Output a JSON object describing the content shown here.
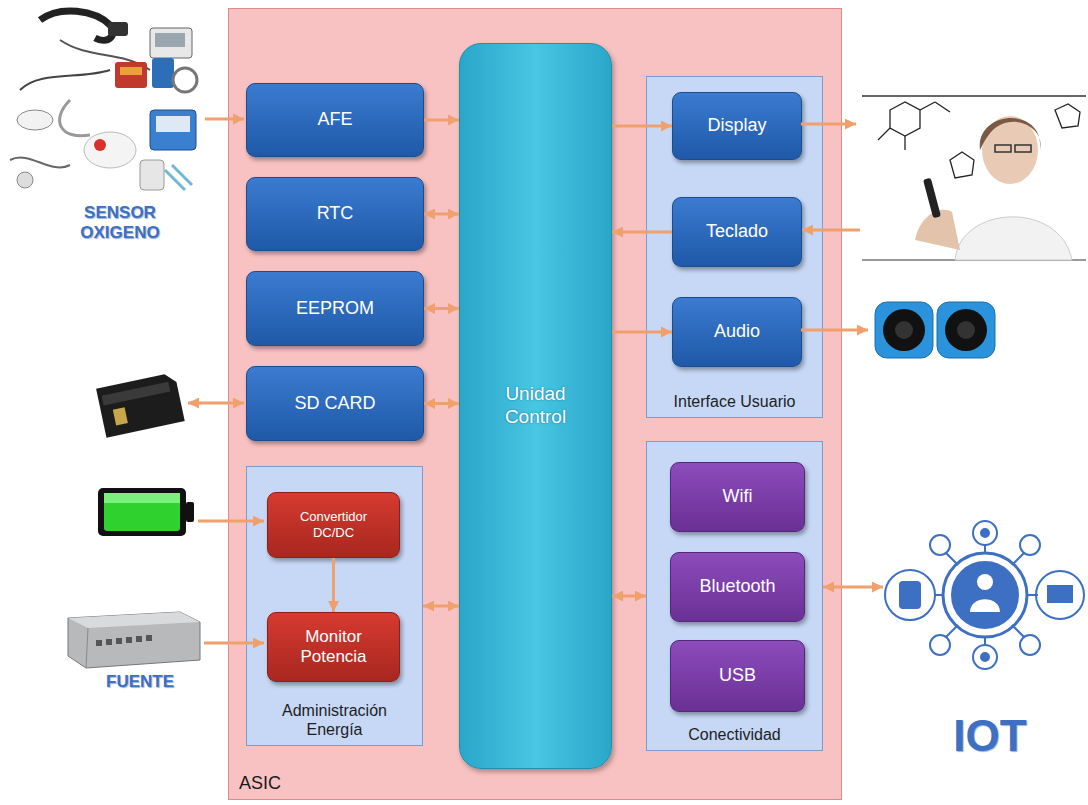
{
  "diagram": {
    "nodes": [
      {
        "text": [
          "ASIC"
        ]
      },
      {
        "text": [
          "AFE"
        ],
        "in": 0
      },
      {
        "text": [
          "RTC"
        ],
        "in": 0
      },
      {
        "text": [
          "EEPROM"
        ],
        "in": 0
      },
      {
        "text": [
          "SD CARD"
        ],
        "in": 0
      },
      {
        "text": [
          "Administración Energía"
        ],
        "in": 0
      },
      {
        "text": [
          "Convertidor DC/DC"
        ],
        "in": 5
      },
      {
        "text": [
          "Monitor Potencia"
        ],
        "in": 5
      },
      {
        "text": [
          "Unidad Control"
        ],
        "in": 0
      },
      {
        "text": [
          "Interface Usuario"
        ],
        "in": 0
      },
      {
        "text": [
          "Display"
        ],
        "in": 9
      },
      {
        "text": [
          "Teclado"
        ],
        "in": 9
      },
      {
        "text": [
          "Audio"
        ],
        "in": 9
      },
      {
        "text": [
          "Conectividad"
        ],
        "in": 0
      },
      {
        "text": [
          "Wifi"
        ],
        "in": 13
      },
      {
        "text": [
          "Bluetooth"
        ],
        "in": 13
      },
      {
        "text": [
          "USB"
        ],
        "in": 13
      }
    ],
    "edges": [
      {
        "from": 1,
        "to": 8,
        "arrow": "to"
      },
      {
        "from": 2,
        "to": 8,
        "arrow": "both"
      },
      {
        "from": 3,
        "to": 8,
        "arrow": "both"
      },
      {
        "from": 4,
        "to": 8,
        "arrow": "both"
      },
      {
        "from": 6,
        "to": 7,
        "arrow": "to"
      },
      {
        "from": 5,
        "to": 8,
        "arrow": "both"
      },
      {
        "from": 8,
        "to": 10,
        "arrow": "to"
      },
      {
        "from": 11,
        "to": 8,
        "arrow": "to"
      },
      {
        "from": 8,
        "to": 12,
        "arrow": "to"
      },
      {
        "from": 8,
        "to": 13,
        "arrow": "both"
      }
    ],
    "labels": [
      "SENSOR OXIGENO",
      "FUENTE",
      "IOT"
    ]
  }
}
